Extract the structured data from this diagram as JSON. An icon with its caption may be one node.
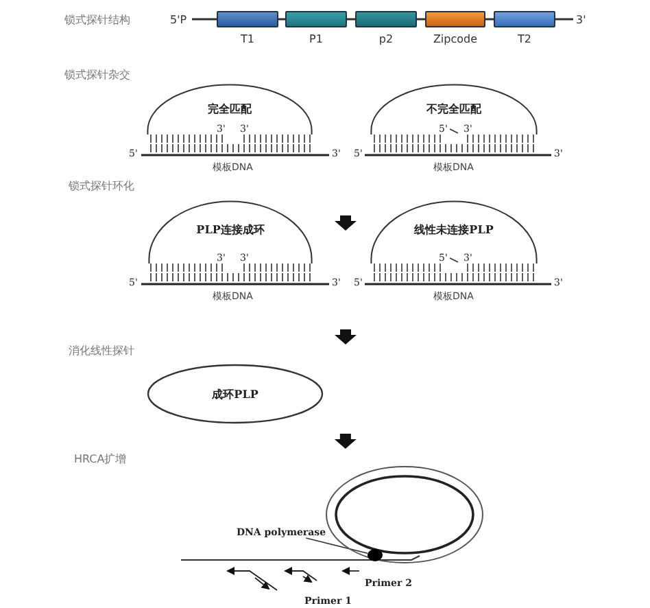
{
  "diagram": {
    "nodes": [
      {
        "text": [
          "T1"
        ],
        "beside": [
          "5'P"
        ]
      },
      {
        "text": [
          "P1"
        ]
      },
      {
        "text": [
          "p2"
        ]
      },
      {
        "text": [
          "Zipcode"
        ]
      },
      {
        "text": [
          "T2"
        ],
        "beside": [
          "3'"
        ]
      },
      {
        "text": [
          "完全匹配"
        ]
      },
      {
        "text": [
          "不完全匹配"
        ]
      },
      {
        "text": [
          "PLP连接成环"
        ]
      },
      {
        "text": [
          "线性未连接PLP"
        ]
      },
      {
        "text": [
          "成环PLP"
        ]
      },
      {
        "text": [],
        "shape": "circle"
      },
      {
        "text": [
          "DNA polymerase"
        ]
      },
      {
        "text": [],
        "shape": "circle",
        "in": 10
      }
    ],
    "edges": [
      {
        "from": 0,
        "to": 1,
        "arrow": "none"
      },
      {
        "from": 1,
        "to": 2,
        "arrow": "none"
      },
      {
        "from": 2,
        "to": 3,
        "arrow": "none"
      },
      {
        "from": 3,
        "to": 4,
        "arrow": "none"
      },
      {
        "from": 11,
        "to": 12,
        "arrow": "none"
      },
      {
        "from": 7,
        "to": 8,
        "arrow": "to",
        "style": "thick"
      },
      {
        "from": 9,
        "to": 10,
        "arrow": "to",
        "style": "thick"
      }
    ],
    "labels": [
      "锁式探针结构",
      "锁式探针杂交",
      "3'",
      "3'",
      "5'",
      "3'",
      "模板DNA",
      "5'",
      "3'",
      "5'",
      "3'",
      "模板DNA",
      "锁式探针环化",
      "3'",
      "3'",
      "5'",
      "3'",
      "模板DNA",
      "5'",
      "3'",
      "5'",
      "3'",
      "模板DNA",
      "消化线性探针",
      "HRCA扩增",
      "Primer 2",
      "Primer 1"
    ]
  }
}
